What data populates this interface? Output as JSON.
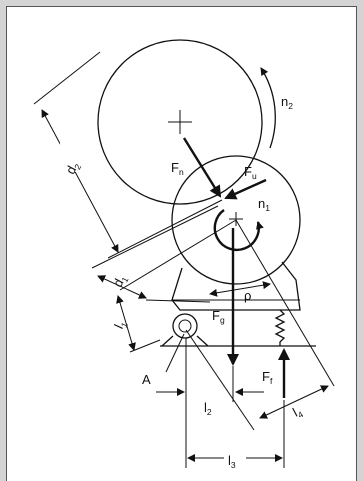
{
  "labels": {
    "n2": "n",
    "n2_sub": "2",
    "Fn": "F",
    "Fn_sub": "n",
    "Fu": "F",
    "Fu_sub": "u",
    "n1": "n",
    "n1_sub": "1",
    "d2": "d",
    "d2_sub": "2",
    "d1": "d",
    "d1_sub": "1",
    "rho": "ρ",
    "l1": "l",
    "l1_sub": "1",
    "Fg": "F",
    "Fg_sub": "g",
    "A": "A",
    "Ff": "F",
    "Ff_sub": "f",
    "l2": "l",
    "l2_sub": "2",
    "l4": "l",
    "l4_sub": "4",
    "l3": "l",
    "l3_sub": "3"
  }
}
